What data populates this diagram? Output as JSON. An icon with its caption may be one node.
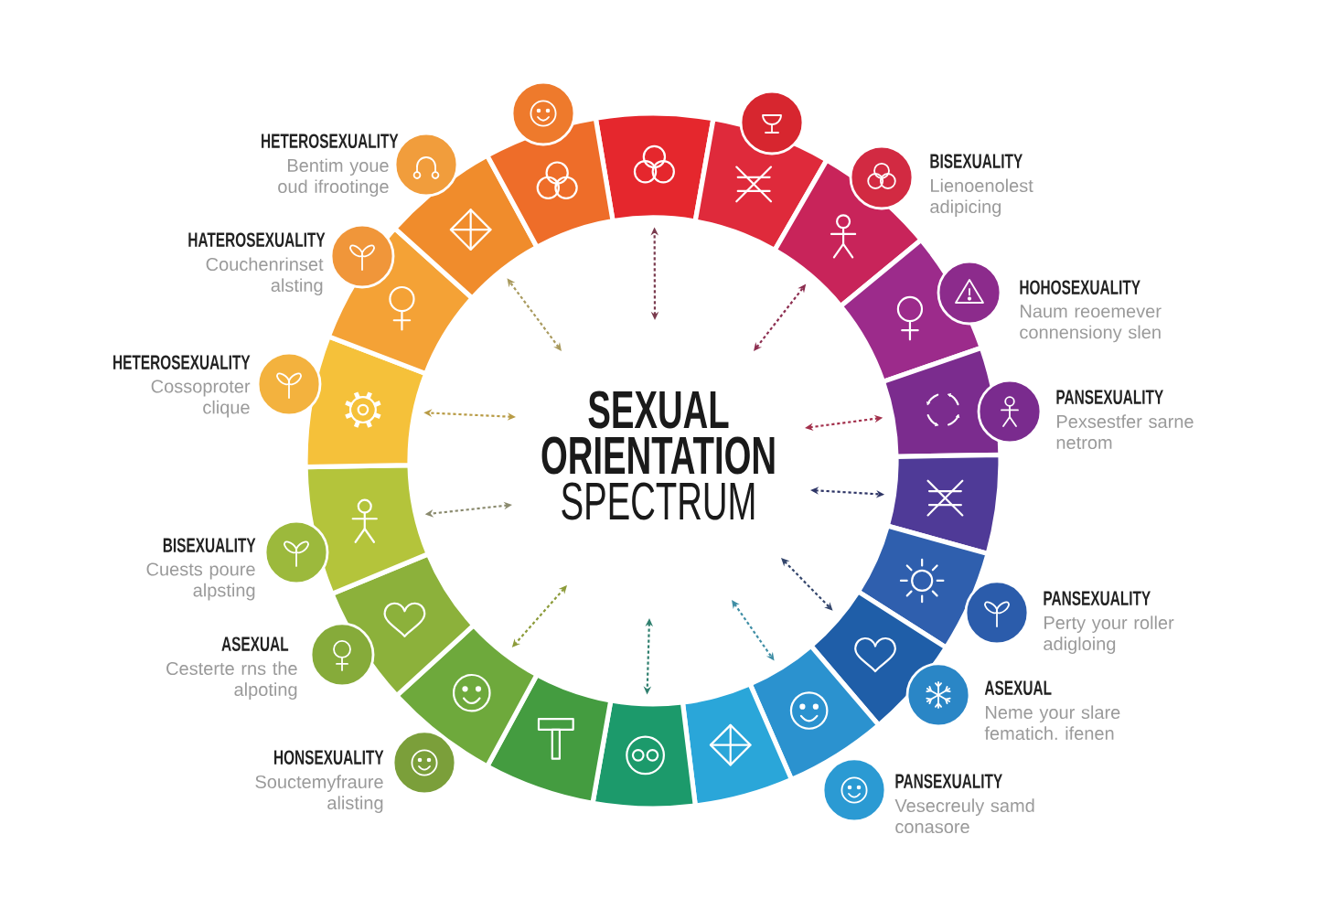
{
  "diagram": {
    "title": "**SEXUAL ORIENTATION** SPECTRUM",
    "nodes": [
      {
        "text": [],
        "shape": "segment"
      },
      {
        "text": [],
        "shape": "segment"
      },
      {
        "text": [],
        "shape": "segment"
      },
      {
        "text": [],
        "shape": "segment"
      },
      {
        "text": [],
        "shape": "segment"
      },
      {
        "text": [],
        "shape": "segment"
      },
      {
        "text": [],
        "shape": "segment"
      },
      {
        "text": [],
        "shape": "segment"
      },
      {
        "text": [],
        "shape": "segment"
      },
      {
        "text": [],
        "shape": "segment"
      },
      {
        "text": [],
        "shape": "segment"
      },
      {
        "text": [],
        "shape": "segment"
      },
      {
        "text": [],
        "shape": "segment"
      },
      {
        "text": [],
        "shape": "segment"
      },
      {
        "text": [],
        "shape": "segment"
      },
      {
        "text": [],
        "shape": "segment"
      },
      {
        "text": [],
        "shape": "segment"
      },
      {
        "text": [],
        "shape": "segment"
      },
      {
        "text": [],
        "shape": "segment"
      },
      {
        "text": [],
        "shape": "circle",
        "beside": [
          "HETEROSEXUALITY",
          "Bentim youe oud ifrootinge"
        ]
      },
      {
        "text": [],
        "shape": "circle",
        "beside": [
          "HATEROSEXUALITY",
          "Couchenrinset alsting"
        ]
      },
      {
        "text": [],
        "shape": "circle",
        "beside": [
          "HETEROSEXUALITY",
          "Cossoproter clique"
        ]
      },
      {
        "text": [],
        "shape": "circle",
        "beside": [
          "BISEXUALITY",
          "Cuests poure alpsting"
        ]
      },
      {
        "text": [],
        "shape": "circle",
        "beside": [
          "ASEXUAL",
          "Cesterte rns the alpoting"
        ]
      },
      {
        "text": [],
        "shape": "circle",
        "beside": [
          "HONSEXUALITY",
          "Souctemyfraure alisting"
        ]
      },
      {
        "text": [],
        "shape": "circle"
      },
      {
        "text": [],
        "shape": "circle"
      },
      {
        "text": [],
        "shape": "circle",
        "beside": [
          "BISEXUALITY",
          "Lienoenolest adipicing"
        ]
      },
      {
        "text": [],
        "shape": "circle",
        "beside": [
          "HOHOSEXUALITY",
          "Naum reoemever connensiony slen"
        ]
      },
      {
        "text": [],
        "shape": "circle",
        "beside": [
          "PANSEXUALITY",
          "Pexsestfer sarne netrom"
        ]
      },
      {
        "text": [],
        "shape": "circle",
        "beside": [
          "PANSEXUALITY",
          "Perty your roller adigloing"
        ]
      },
      {
        "text": [],
        "shape": "circle",
        "beside": [
          "ASEXUAL",
          "Neme your slare fematich. ifenen"
        ]
      },
      {
        "text": [],
        "shape": "circle",
        "beside": [
          "PANSEXUALITY",
          "Vesecreuly samd conasore"
        ]
      }
    ],
    "edges": [
      {
        "from": null,
        "to": 0,
        "arrow": "both",
        "color": "#7a3b4e"
      },
      {
        "from": null,
        "to": 2,
        "arrow": "both",
        "color": "#8c2d4f"
      },
      {
        "from": null,
        "to": 4,
        "arrow": "both",
        "color": "#a3304c"
      },
      {
        "from": null,
        "to": 5,
        "arrow": "both",
        "color": "#2e3566"
      },
      {
        "from": null,
        "to": 7,
        "arrow": "both",
        "color": "#34466c"
      },
      {
        "from": null,
        "to": 8,
        "arrow": "both",
        "color": "#3f8ea5"
      },
      {
        "from": null,
        "to": 10,
        "arrow": "both",
        "color": "#2f7f6e"
      },
      {
        "from": null,
        "to": 12,
        "arrow": "both",
        "color": "#8c9b3a"
      },
      {
        "from": null,
        "to": 14,
        "arrow": "both",
        "color": "#8a8a6e"
      },
      {
        "from": null,
        "to": 15,
        "arrow": "both",
        "color": "#b89b45"
      },
      {
        "from": null,
        "to": 17,
        "arrow": "both",
        "color": "#a99a5e"
      }
    ]
  }
}
